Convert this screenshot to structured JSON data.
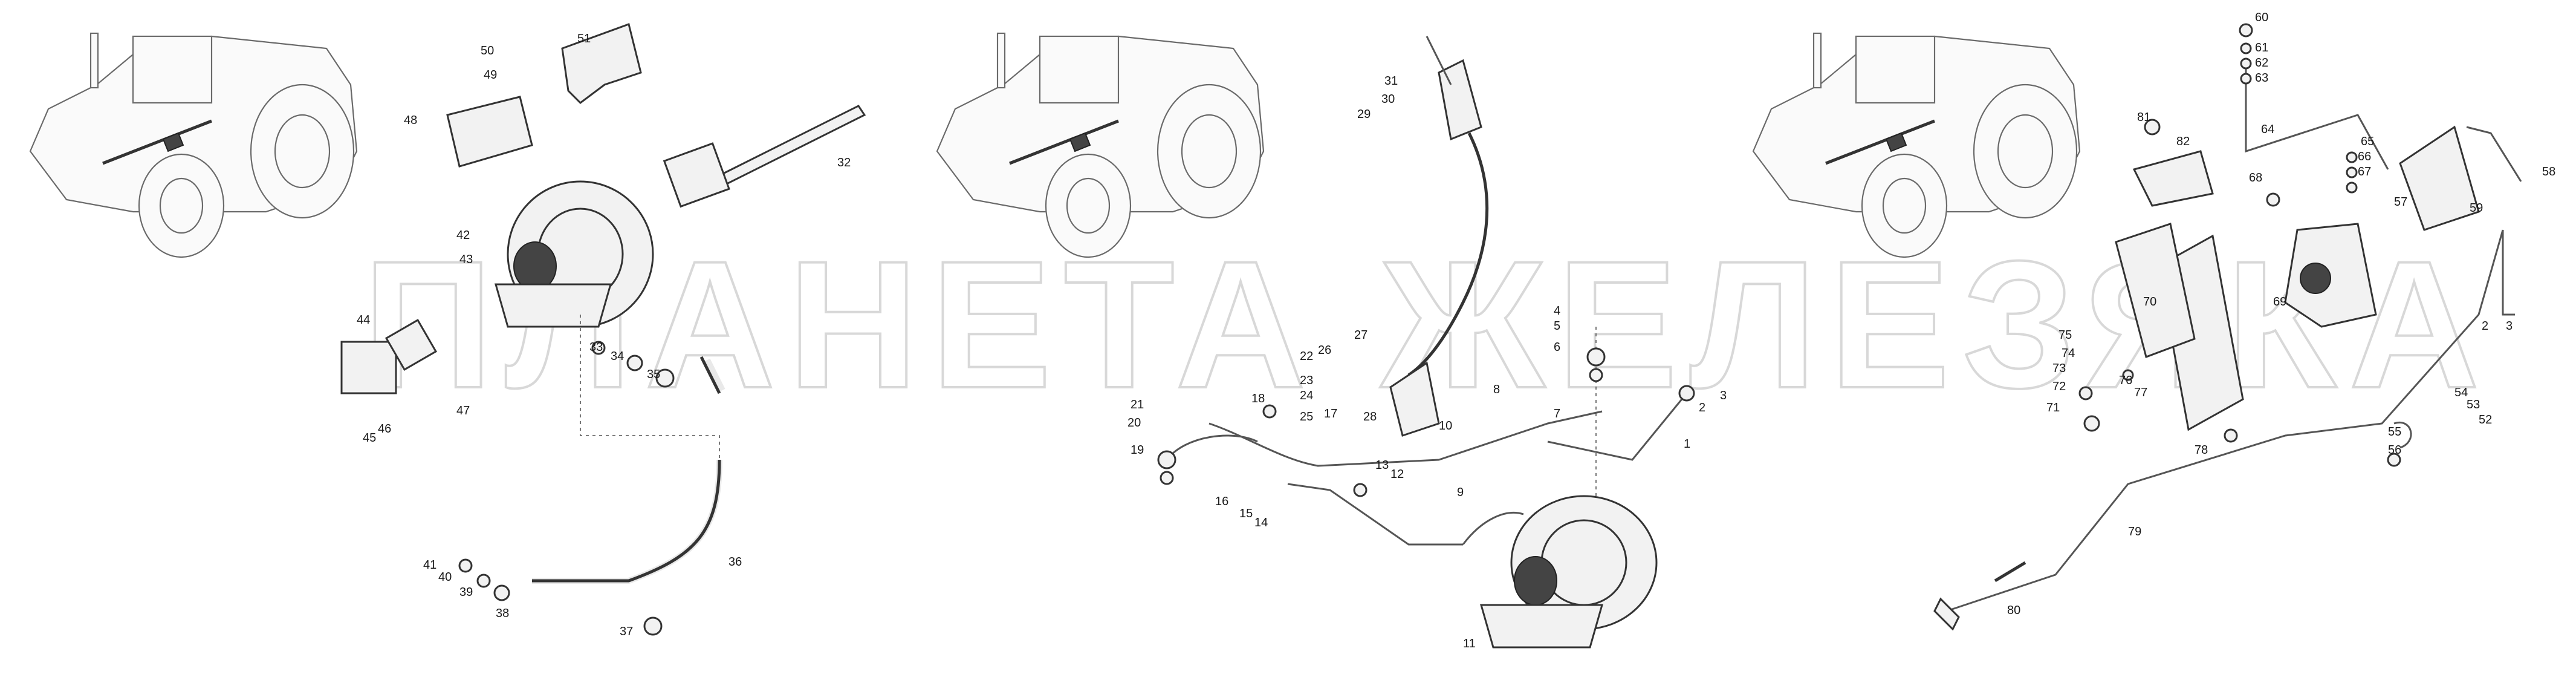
{
  "watermark": "ПЛАНЕТА ЖЕЛЕЗЯКА",
  "callouts": [
    "1",
    "2",
    "3",
    "4",
    "5",
    "6",
    "7",
    "8",
    "9",
    "10",
    "11",
    "12",
    "13",
    "14",
    "15",
    "16",
    "17",
    "18",
    "19",
    "20",
    "21",
    "22",
    "23",
    "24",
    "25",
    "26",
    "27",
    "28",
    "29",
    "30",
    "31",
    "32",
    "33",
    "34",
    "35",
    "36",
    "37",
    "38",
    "39",
    "40",
    "41",
    "42",
    "43",
    "44",
    "45",
    "46",
    "47",
    "48",
    "49",
    "50",
    "51",
    "52",
    "53",
    "54",
    "55",
    "56",
    "57",
    "58",
    "59",
    "60",
    "61",
    "62",
    "63",
    "64",
    "65",
    "66",
    "67",
    "68",
    "69",
    "70",
    "71",
    "72",
    "73",
    "74",
    "75",
    "76",
    "77",
    "78",
    "79",
    "80",
    "81",
    "82"
  ],
  "repeat_callouts": [
    "2",
    "3"
  ],
  "colors": {
    "line": "#333333",
    "watermark": "#d8d8d8",
    "background": "#ffffff"
  }
}
